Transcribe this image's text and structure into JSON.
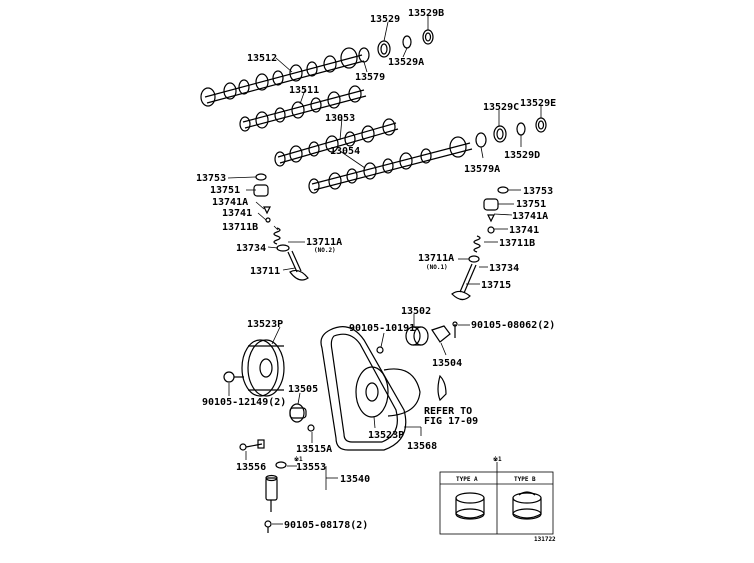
{
  "labels": {
    "p13529": "13529",
    "p13529B": "13529B",
    "p13512": "13512",
    "p13579": "13579",
    "p13529A": "13529A",
    "p13511": "13511",
    "p13529C": "13529C",
    "p13529E": "13529E",
    "p13053": "13053",
    "p13529D": "13529D",
    "p13054": "13054",
    "p13579A": "13579A",
    "l13753": "13753",
    "l13751": "13751",
    "l13741A": "13741A",
    "l13741": "13741",
    "l13711B": "13711B",
    "l13734": "13734",
    "l13711A": "13711A",
    "l13711A_note": "(NO.2)",
    "l13711": "13711",
    "r13753": "13753",
    "r13751": "13751",
    "r13741A": "13741A",
    "r13741": "13741",
    "r13711B": "13711B",
    "r13711A": "13711A",
    "r13711A_note": "(NO.1)",
    "r13734": "13734",
    "r13715": "13715",
    "p13523P_top": "13523P",
    "p90105_10191": "90105-10191",
    "p13502": "13502",
    "p90105_08062": "90105-08062(2)",
    "p13504": "13504",
    "p90105_12149": "90105-12149(2)",
    "p13505": "13505",
    "refer_1": "REFER TO",
    "refer_2": "FIG 17-09",
    "p13523P_bot": "13523P",
    "p13568": "13568",
    "p13515A": "13515A",
    "mark_note": "※1",
    "p13556": "13556",
    "p13553": "13553",
    "p13540": "13540",
    "p90105_08178": "90105-08178(2)",
    "inset_mark": "※1",
    "type_a": "TYPE A",
    "type_b": "TYPE B",
    "fig_code": "131722"
  }
}
